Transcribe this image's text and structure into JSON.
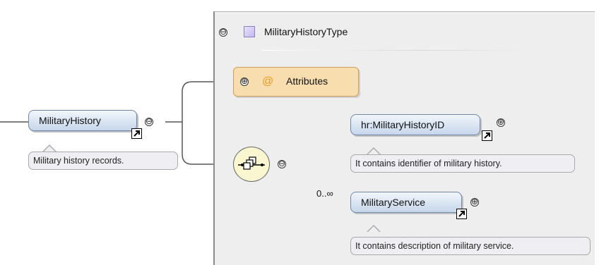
{
  "type_box": {
    "title": "MilitaryHistoryType"
  },
  "attributes": {
    "label": "Attributes",
    "at_symbol": "@"
  },
  "root": {
    "label": "MilitaryHistory",
    "note": "Military history records."
  },
  "children": [
    {
      "label": "hr:MilitaryHistoryID",
      "note": "It contains identifier of military history.",
      "cardinality": ""
    },
    {
      "label": "MilitaryService",
      "note": "It contains description of military service.",
      "cardinality": "0..∞"
    }
  ],
  "icons": {
    "collapse": "⊖",
    "expand": "⊕"
  },
  "colors": {
    "element_fill": "#c6d6ea",
    "attributes_fill": "#f8ddae",
    "compositor_fill": "#faf7d0",
    "box_bg": "#eeeeee"
  }
}
